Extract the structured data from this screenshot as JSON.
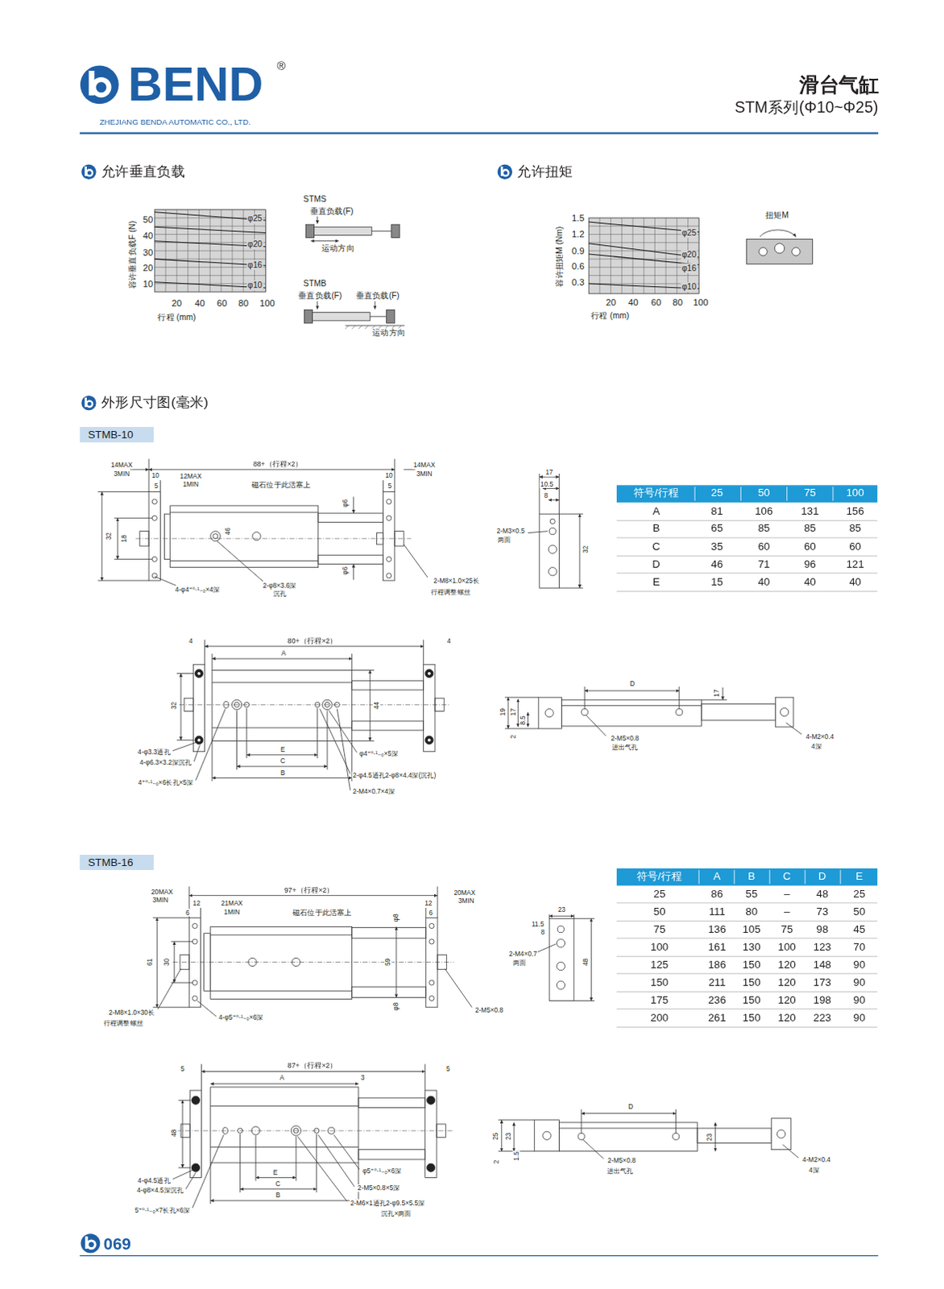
{
  "diagram": {
    "title": "滑台气缸",
    "nodes": [
      {
        "text": [
          "STMB-10"
        ]
      },
      {
        "text": [
          "STMB-16"
        ]
      }
    ],
    "labels": [
      "BEND",
      "®",
      "ZHEJIANG BENDA AUTOMATIC CO., LTD.",
      "STM系列(Φ10~Φ25)",
      "允许垂直负载",
      "允许扭矩",
      "50",
      "40",
      "30",
      "20",
      "10",
      "20",
      "40",
      "60",
      "80",
      "100",
      "φ25",
      "φ20",
      "φ16",
      "φ10",
      "容许垂直负载F (N)",
      "行程 (mm)",
      "STMS",
      "垂直负载(F)",
      "运动方向",
      "STMB",
      "垂直负载(F)",
      "垂直负载(F)",
      "运动方向",
      "1.5",
      "1.2",
      "0.9",
      "0.6",
      "0.3",
      "20",
      "40",
      "60",
      "80",
      "100",
      "φ25",
      "φ20",
      "φ16",
      "φ10",
      "容许扭矩M (Nm)",
      "行程 (mm)",
      "扭矩M",
      "外形尺寸图(毫米)",
      "14MAX",
      "3MIN",
      "10",
      "5",
      "12MAX",
      "1MIN",
      "88+（行程×2）",
      "磁石位于此活塞上",
      "10",
      "5",
      "14MAX",
      "3MIN",
      "32",
      "18",
      "46",
      "φ6",
      "φ6",
      "4-φ4⁺⁰·¹₋₀×4深",
      "2-φ8×3.6深",
      "沉孔",
      "2-M8×1.0×25长",
      "行程调整螺丝",
      "17",
      "10.5",
      "8",
      "2-M3×0.5",
      "两面",
      "32",
      "符号/行程",
      "25",
      "50",
      "75",
      "100",
      "A",
      "81",
      "106",
      "131",
      "156",
      "B",
      "65",
      "85",
      "85",
      "85",
      "C",
      "35",
      "60",
      "60",
      "60",
      "D",
      "46",
      "71",
      "96",
      "121",
      "E",
      "15",
      "40",
      "40",
      "40",
      "4",
      "80+（行程×2）",
      "4",
      "A",
      "32",
      "44",
      "E",
      "C",
      "B",
      "4-φ3.3通孔",
      "4-φ6.3×3.2深沉孔",
      "4⁺⁰·¹₋₀×6长孔×5深",
      "φ4⁺⁰·¹₋₀×5深",
      "2-φ4.5通孔2-φ8×4.4深(沉孔)",
      "2-M4×0.7×4深",
      "D",
      "17",
      "19",
      "17",
      "8.5",
      "2",
      "2-M5×0.8",
      "进出气孔",
      "4-M2×0.4",
      "4深",
      "20MAX",
      "3MIN",
      "12",
      "6",
      "21MAX",
      "1MIN",
      "97+（行程×2）",
      "磁石位于此活塞上",
      "12",
      "6",
      "20MAX",
      "3MIN",
      "φ8",
      "61",
      "30",
      "59",
      "φ8",
      "2-M8×1.0×30长",
      "行程调整螺丝",
      "4-φ5⁺⁰·¹₋₀×6深",
      "2-M5×0.8",
      "23",
      "11.5",
      "8",
      "2-M4×0.7",
      "两面",
      "48",
      "符号/行程",
      "A",
      "B",
      "C",
      "D",
      "E",
      "25",
      "86",
      "55",
      "–",
      "48",
      "25",
      "50",
      "111",
      "80",
      "–",
      "73",
      "50",
      "75",
      "136",
      "105",
      "75",
      "98",
      "45",
      "100",
      "161",
      "130",
      "100",
      "123",
      "70",
      "125",
      "186",
      "150",
      "120",
      "148",
      "90",
      "150",
      "211",
      "150",
      "120",
      "173",
      "90",
      "175",
      "236",
      "150",
      "120",
      "198",
      "90",
      "200",
      "261",
      "150",
      "120",
      "223",
      "90",
      "5",
      "87+（行程×2）",
      "5",
      "A",
      "3",
      "48",
      "E",
      "C",
      "B",
      "4-φ4.5通孔",
      "4-φ8×4.5深沉孔",
      "5⁺⁰·¹₋₀×7长孔×6深",
      "φ5⁺⁰·¹₋₀×6深",
      "2-M5×0.8×5深",
      "2-M6×1通孔2-φ9.5×5.5深",
      "沉孔×两面",
      "D",
      "25",
      "23",
      "1.5",
      "2",
      "23",
      "2-M5×0.8",
      "进出气孔",
      "4-M2×0.4",
      "4深",
      "069"
    ]
  }
}
